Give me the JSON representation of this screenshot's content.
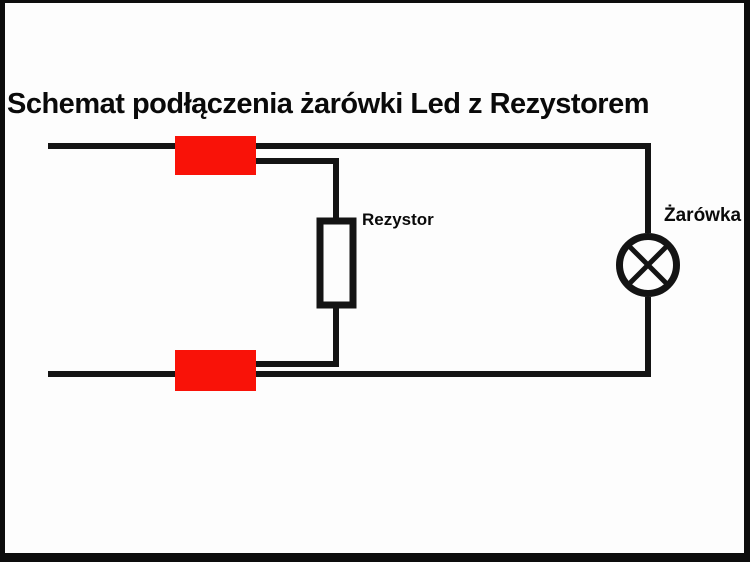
{
  "title": "Schemat podłączenia żarówki Led z Rezystorem",
  "labels": {
    "resistor": "Rezystor",
    "bulb": "Żarówka"
  },
  "diagram": {
    "type": "circuit-schematic",
    "subject": "LED bulb wired with a resistor",
    "components": [
      {
        "id": "connector-top",
        "type": "red-connector-block",
        "position": "upper wire"
      },
      {
        "id": "connector-bottom",
        "type": "red-connector-block",
        "position": "lower wire"
      },
      {
        "id": "resistor",
        "type": "resistor",
        "label": "Rezystor",
        "symbol": "rectangle outline",
        "position": "center branch between upper and lower wires"
      },
      {
        "id": "bulb",
        "type": "lamp",
        "label": "Żarówka",
        "symbol": "circle with X",
        "position": "right vertical wire"
      }
    ]
  },
  "colors": {
    "canvas": "#fdfdfd",
    "frame": "#0d0d0d",
    "wire": "#141414",
    "connector_red": "#f91208",
    "title_text": "#0a0a0a"
  }
}
